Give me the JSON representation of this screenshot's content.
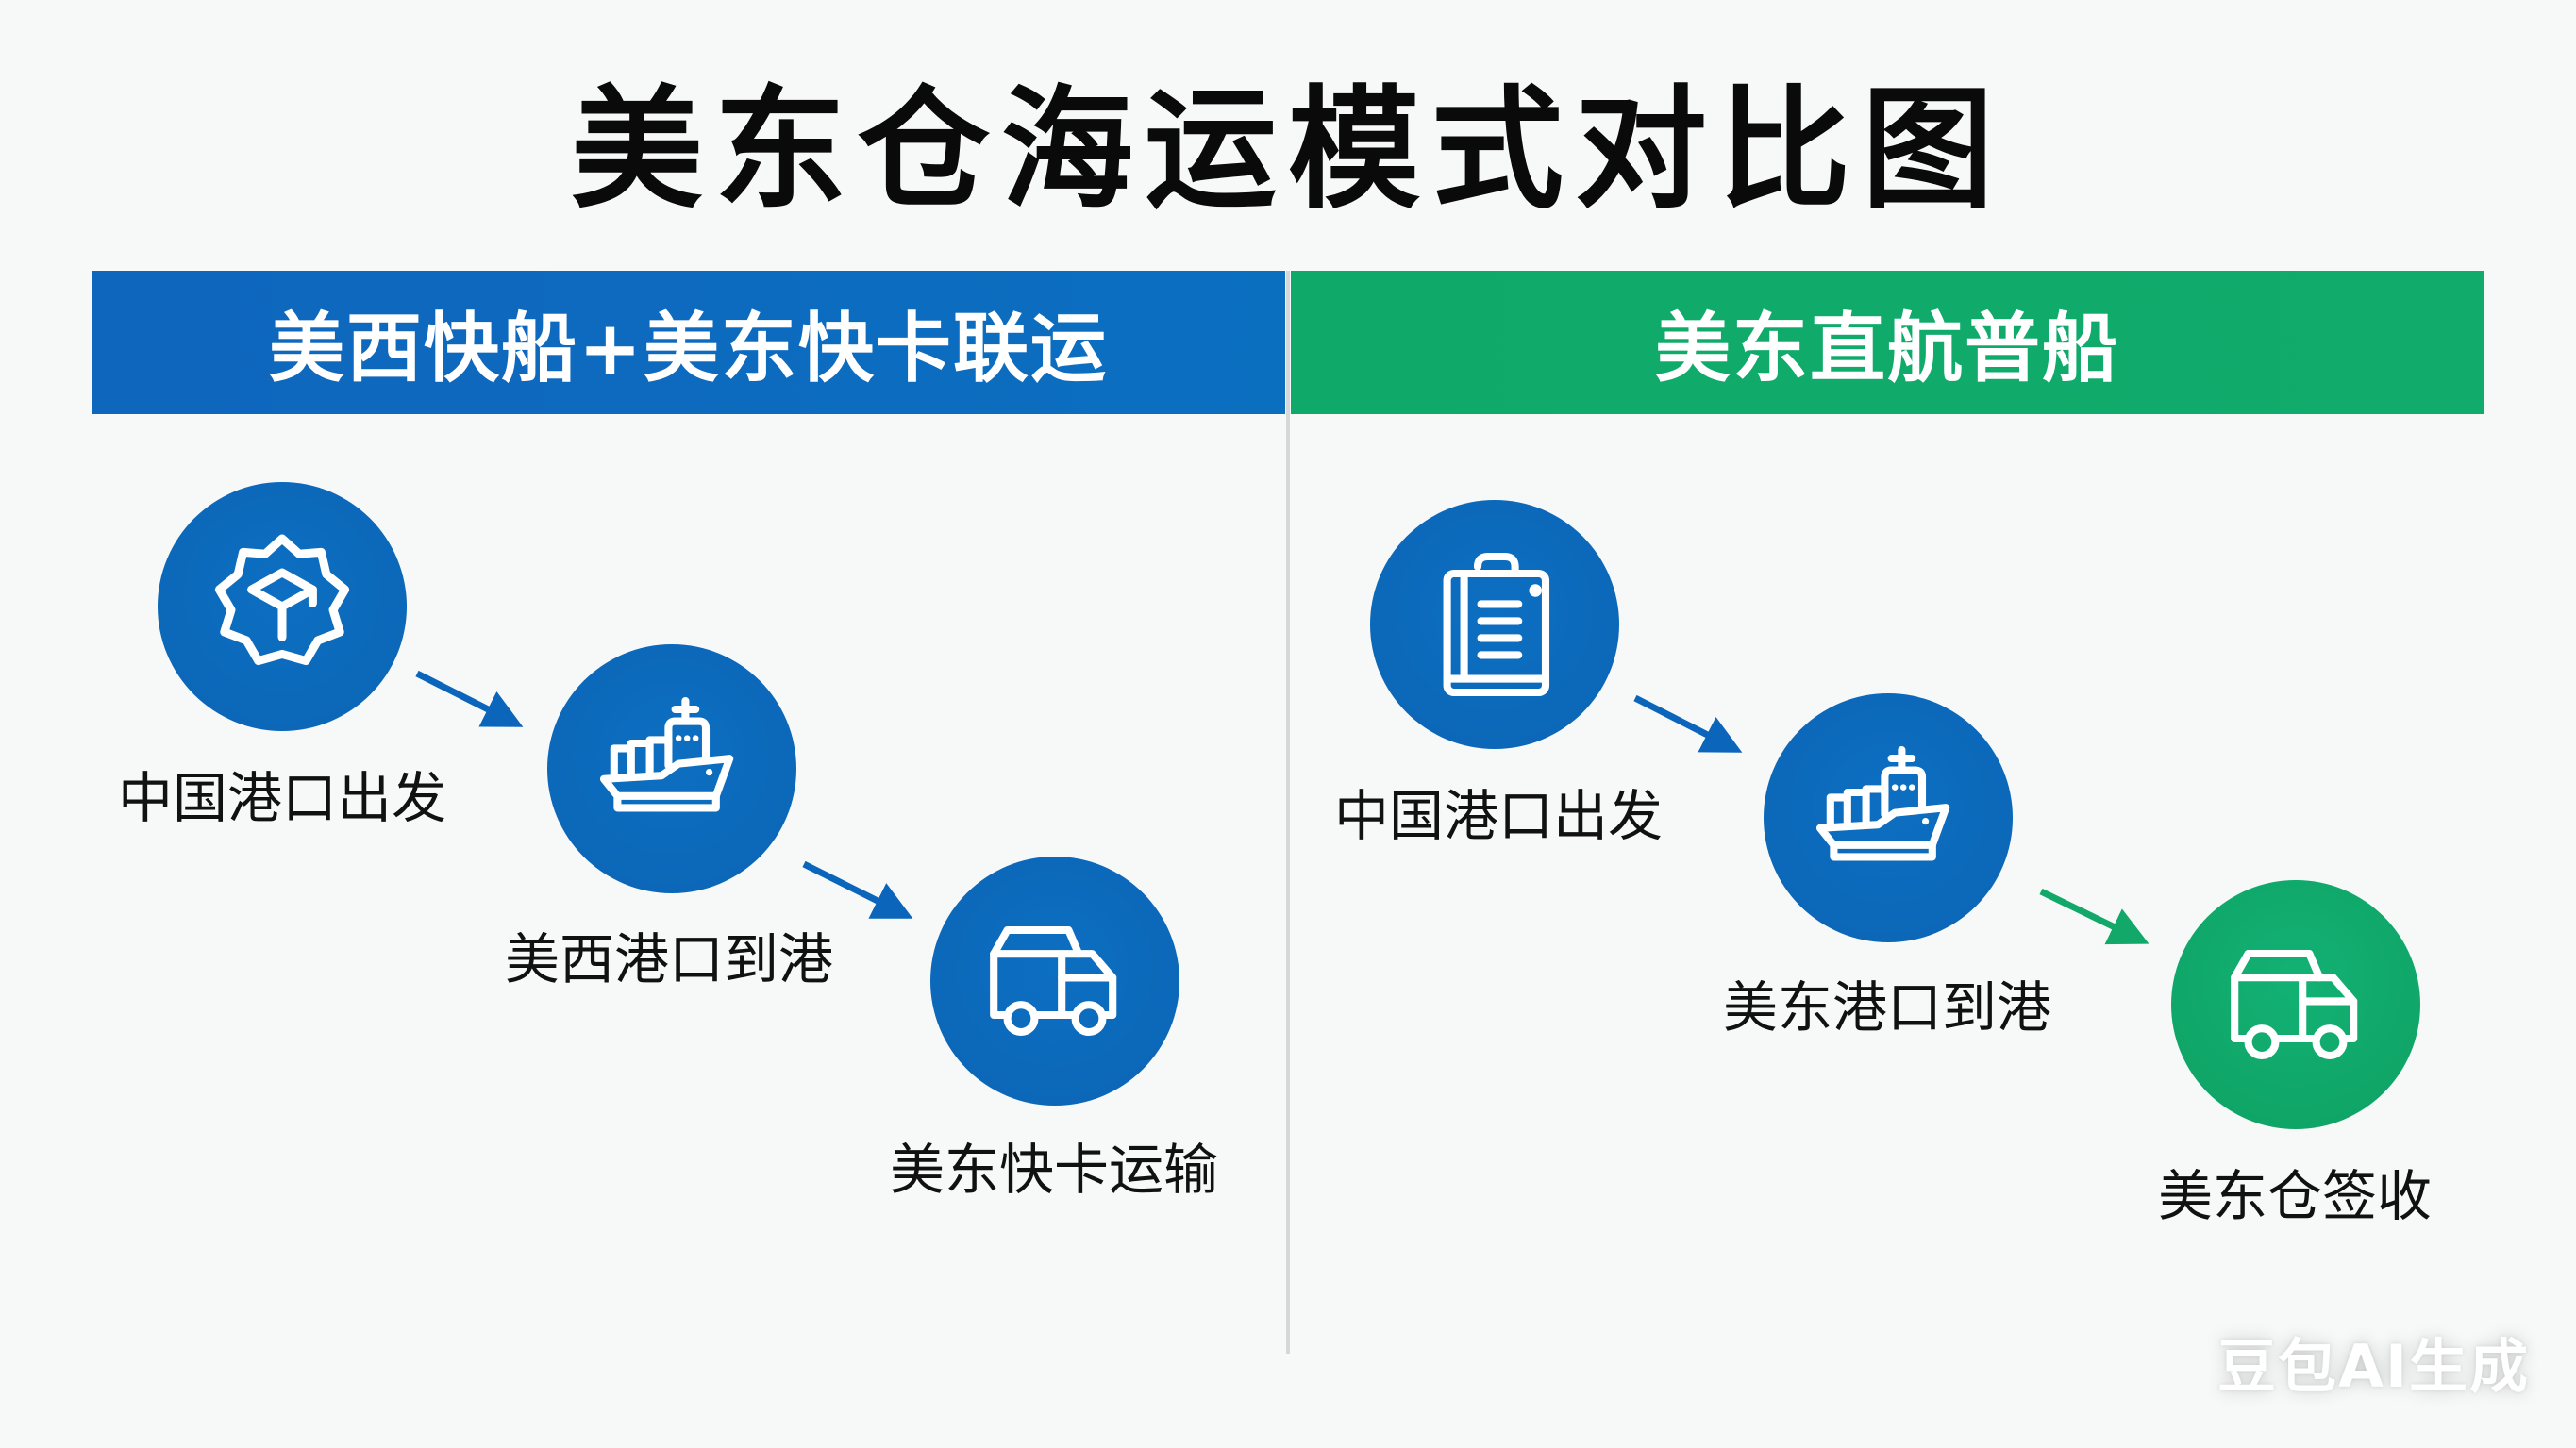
{
  "title": "美东仓海运模式对比图",
  "colors": {
    "blue": "#0B6BC0",
    "green": "#11A86A",
    "divider": "#D6D8DA",
    "background": "#F7F8F8",
    "text": "#111111"
  },
  "panels": [
    {
      "header": "美西快船+美东快卡联运",
      "color": "blue",
      "steps": [
        {
          "label": "中国港口出发",
          "icon": "package-badge-icon",
          "color": "blue"
        },
        {
          "label": "美西港口到港",
          "icon": "cargo-ship-icon",
          "color": "blue"
        },
        {
          "label": "美东快卡运输",
          "icon": "truck-icon",
          "color": "blue"
        }
      ],
      "arrows": [
        "blue",
        "blue"
      ]
    },
    {
      "header": "美东直航普船",
      "color": "green",
      "steps": [
        {
          "label": "中国港口出发",
          "icon": "clipboard-icon",
          "color": "blue"
        },
        {
          "label": "美东港口到港",
          "icon": "cargo-ship-icon",
          "color": "blue"
        },
        {
          "label": "美东仓签收",
          "icon": "truck-icon",
          "color": "green"
        }
      ],
      "arrows": [
        "blue",
        "green"
      ]
    }
  ],
  "watermark": "豆包AI生成"
}
